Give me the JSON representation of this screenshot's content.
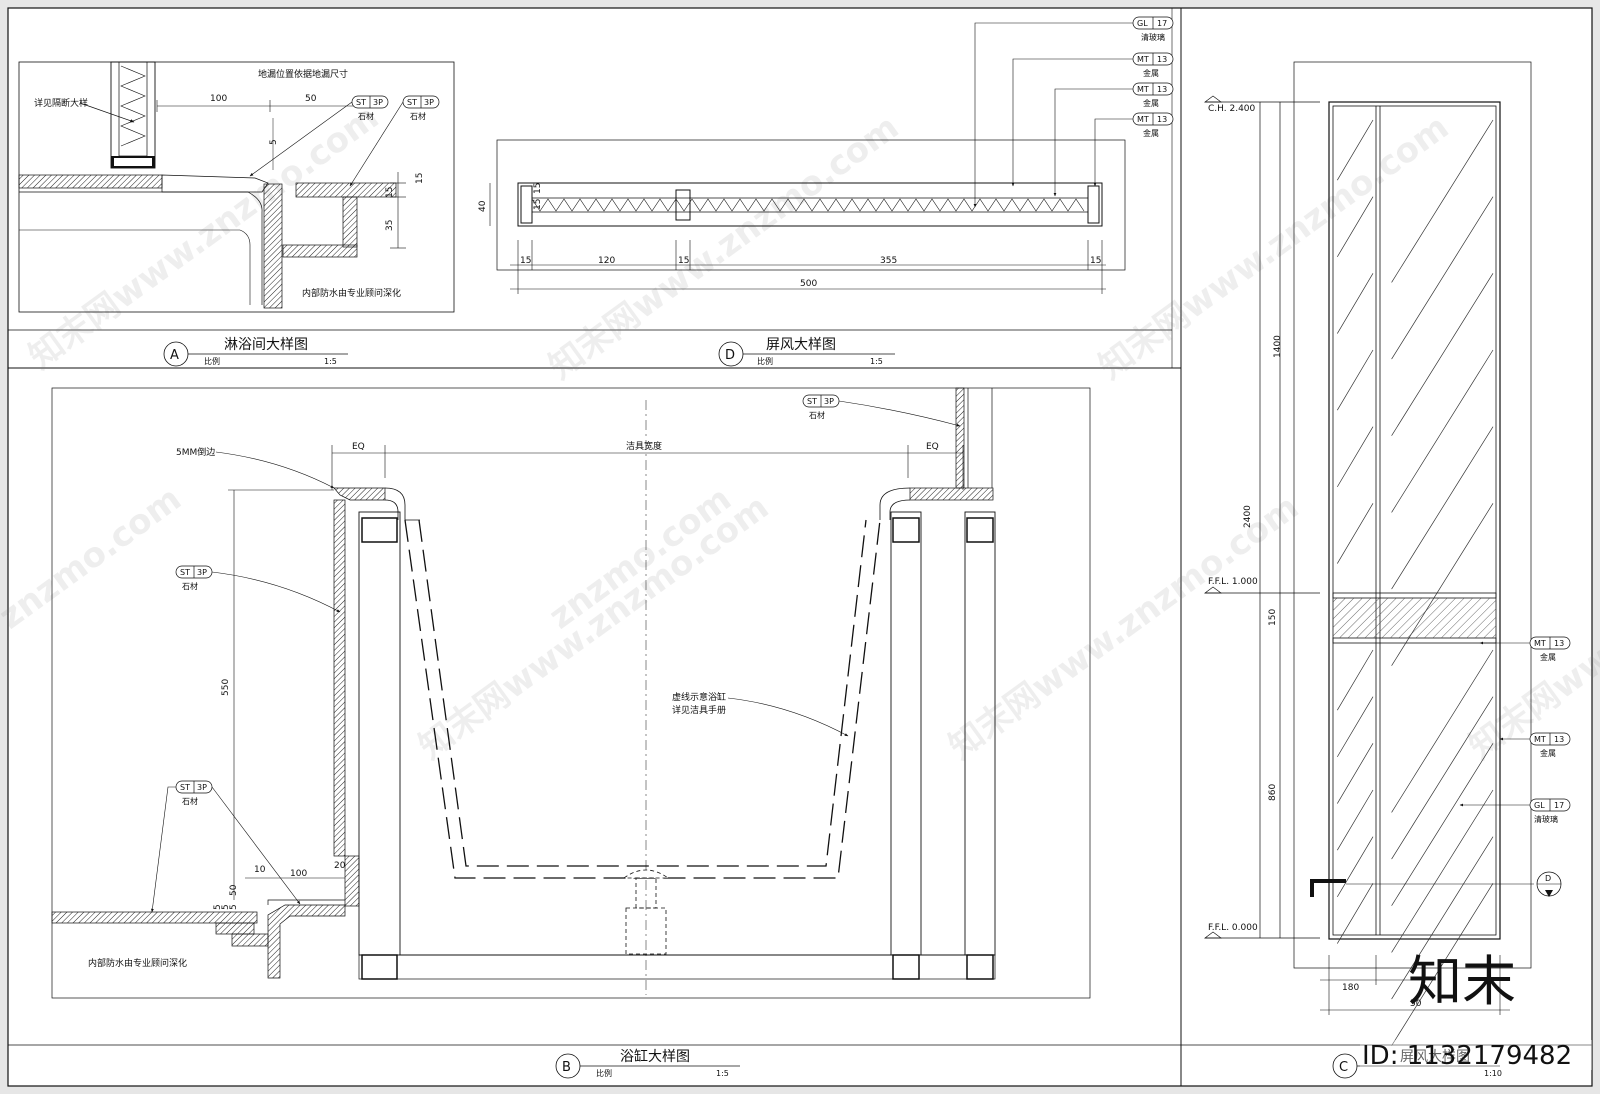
{
  "sheet": {
    "id_text": "ID: 1132179482",
    "logo_text": "知末",
    "watermarks": [
      "知末网www.znzmo.com",
      "znzmo.com"
    ]
  },
  "detail_a": {
    "note_top": "地漏位置依据地漏尺寸",
    "left_label": "详见隔断大样",
    "bottom_note": "内部防水由专业顾问深化",
    "dims": [
      "100",
      "50",
      "5",
      "15",
      "15",
      "35"
    ],
    "tags": [
      {
        "code": "ST",
        "num": "3P",
        "material": "石材"
      },
      {
        "code": "ST",
        "num": "3P",
        "material": "石材"
      }
    ],
    "title": "淋浴间大样图",
    "letter": "A",
    "scale_label": "比例",
    "scale": "1:5"
  },
  "detail_d": {
    "tags": [
      {
        "code": "GL",
        "num": "17",
        "material": "清玻璃"
      },
      {
        "code": "MT",
        "num": "13",
        "material": "金属"
      },
      {
        "code": "MT",
        "num": "13",
        "material": "金属"
      },
      {
        "code": "MT",
        "num": "13",
        "material": "金属"
      }
    ],
    "dims": [
      "40",
      "15",
      "120",
      "15",
      "355",
      "15",
      "500",
      "15",
      "15"
    ],
    "title": "屏风大样图",
    "letter": "D",
    "scale_label": "比例",
    "scale": "1:5"
  },
  "detail_b": {
    "top_dims": [
      "EQ",
      "洁具宽度",
      "EQ"
    ],
    "chamfer": "5MM倒边",
    "tags": [
      {
        "code": "ST",
        "num": "3P",
        "material": "石材"
      },
      {
        "code": "ST",
        "num": "3P",
        "material": "石材"
      },
      {
        "code": "ST",
        "num": "3P",
        "material": "石材"
      }
    ],
    "dashed_note": [
      "虚线示意浴缸",
      "详见洁具手册"
    ],
    "dims": [
      "550",
      "10",
      "100",
      "20",
      "50",
      "5",
      "5",
      "5"
    ],
    "bottom_note": "内部防水由专业顾问深化",
    "title": "浴缸大样图",
    "letter": "B",
    "scale_label": "比例",
    "scale": "1:5"
  },
  "detail_c": {
    "levels": [
      "C.H. 2.400",
      "F.F.L. 1.000",
      "F.F.L. 0.000"
    ],
    "dims": [
      "1400",
      "2400",
      "150",
      "860",
      "180",
      "50"
    ],
    "tags": [
      {
        "code": "MT",
        "num": "13",
        "material": "金属"
      },
      {
        "code": "MT",
        "num": "13",
        "material": "金属"
      },
      {
        "code": "GL",
        "num": "17",
        "material": "清玻璃"
      }
    ],
    "section_mark": "D",
    "title": "屏风大样图",
    "letter": "C",
    "scale": "1:10"
  }
}
